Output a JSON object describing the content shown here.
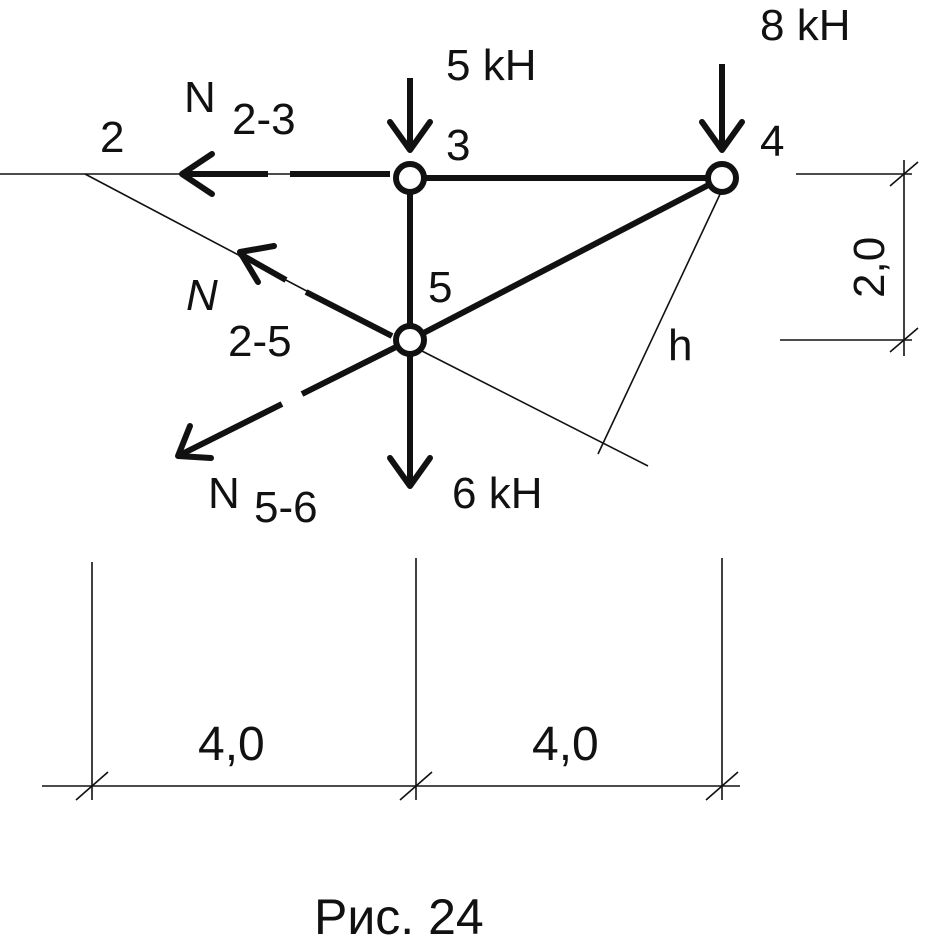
{
  "figure": {
    "caption": "Рис. 24"
  },
  "nodes": {
    "n2": "2",
    "n3": "3",
    "n4": "4",
    "n5": "5"
  },
  "forces": {
    "load_3": "5 kH",
    "load_4": "8 kH",
    "load_5": "6 kH",
    "N23_main": "N",
    "N23_sub": "2-3",
    "N25_main": "N",
    "N25_sub": "2-5",
    "N56_main": "N",
    "N56_sub": "5-6"
  },
  "dimensions": {
    "height": "2,0",
    "span_left": "4,0",
    "span_right": "4,0",
    "lever_arm": "h"
  }
}
